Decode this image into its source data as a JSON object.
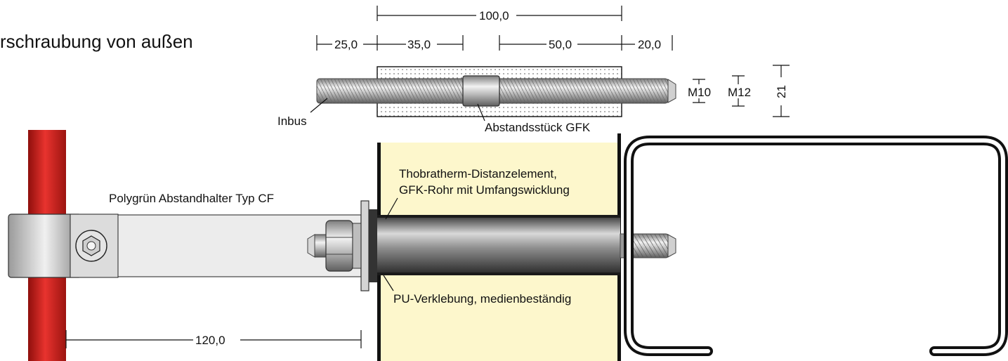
{
  "title": "rschraubung von außen",
  "dimensions": {
    "total": "100,0",
    "seg1": "25,0",
    "seg2": "35,0",
    "seg3": "50,0",
    "seg4": "20,0",
    "thread_m10": "M10",
    "thread_m12": "M12",
    "diameter": "21",
    "distance": "120,0"
  },
  "labels": {
    "inbus": "Inbus",
    "spacer": "Abstandsstück GFK",
    "element_line1": "Thobratherm-Distanzelement,",
    "element_line2": "GFK-Rohr mit Umfangswicklung",
    "holder": "Polygrün Abstandhalter Typ CF",
    "glue": "PU-Verklebung, medienbeständig"
  },
  "colors": {
    "pipe": "#d8201c",
    "insulation": "#fdf7cc",
    "steel": "#c9c9c9",
    "outline": "#111111"
  }
}
